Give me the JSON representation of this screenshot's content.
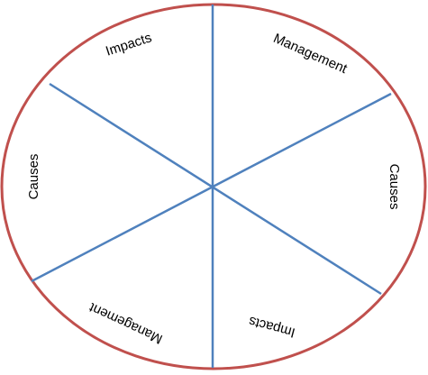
{
  "diagram": {
    "colors": {
      "outline": "#C0504D",
      "divider": "#4F81BD",
      "text": "#000000"
    },
    "segments": [
      {
        "label": "Management"
      },
      {
        "label": "Causes"
      },
      {
        "label": "Impacts"
      },
      {
        "label": "Management"
      },
      {
        "label": "Causes"
      },
      {
        "label": "Impacts"
      }
    ]
  }
}
